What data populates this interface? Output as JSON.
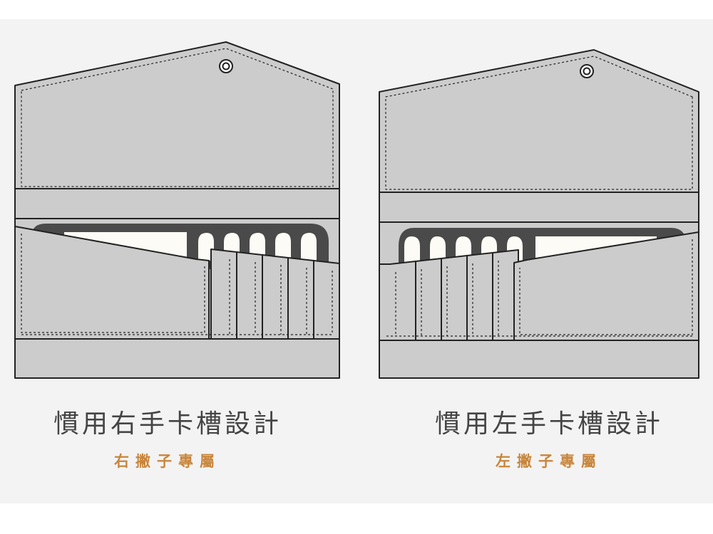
{
  "captions": {
    "left": {
      "title": "慣用右手卡槽設計",
      "subtitle": "右撇子專屬"
    },
    "right": {
      "title": "慣用左手卡槽設計",
      "subtitle": "左撇子專屬"
    }
  },
  "colors": {
    "background": "#f3f3f3",
    "wallet_fill": "#cccccc",
    "outline": "#222222",
    "card_frame": "#4a4a4a",
    "card_inner": "#fdfbf6",
    "title_text": "#444444",
    "subtitle_text": "#c8863c"
  },
  "icons": [
    "snap-button-icon"
  ]
}
